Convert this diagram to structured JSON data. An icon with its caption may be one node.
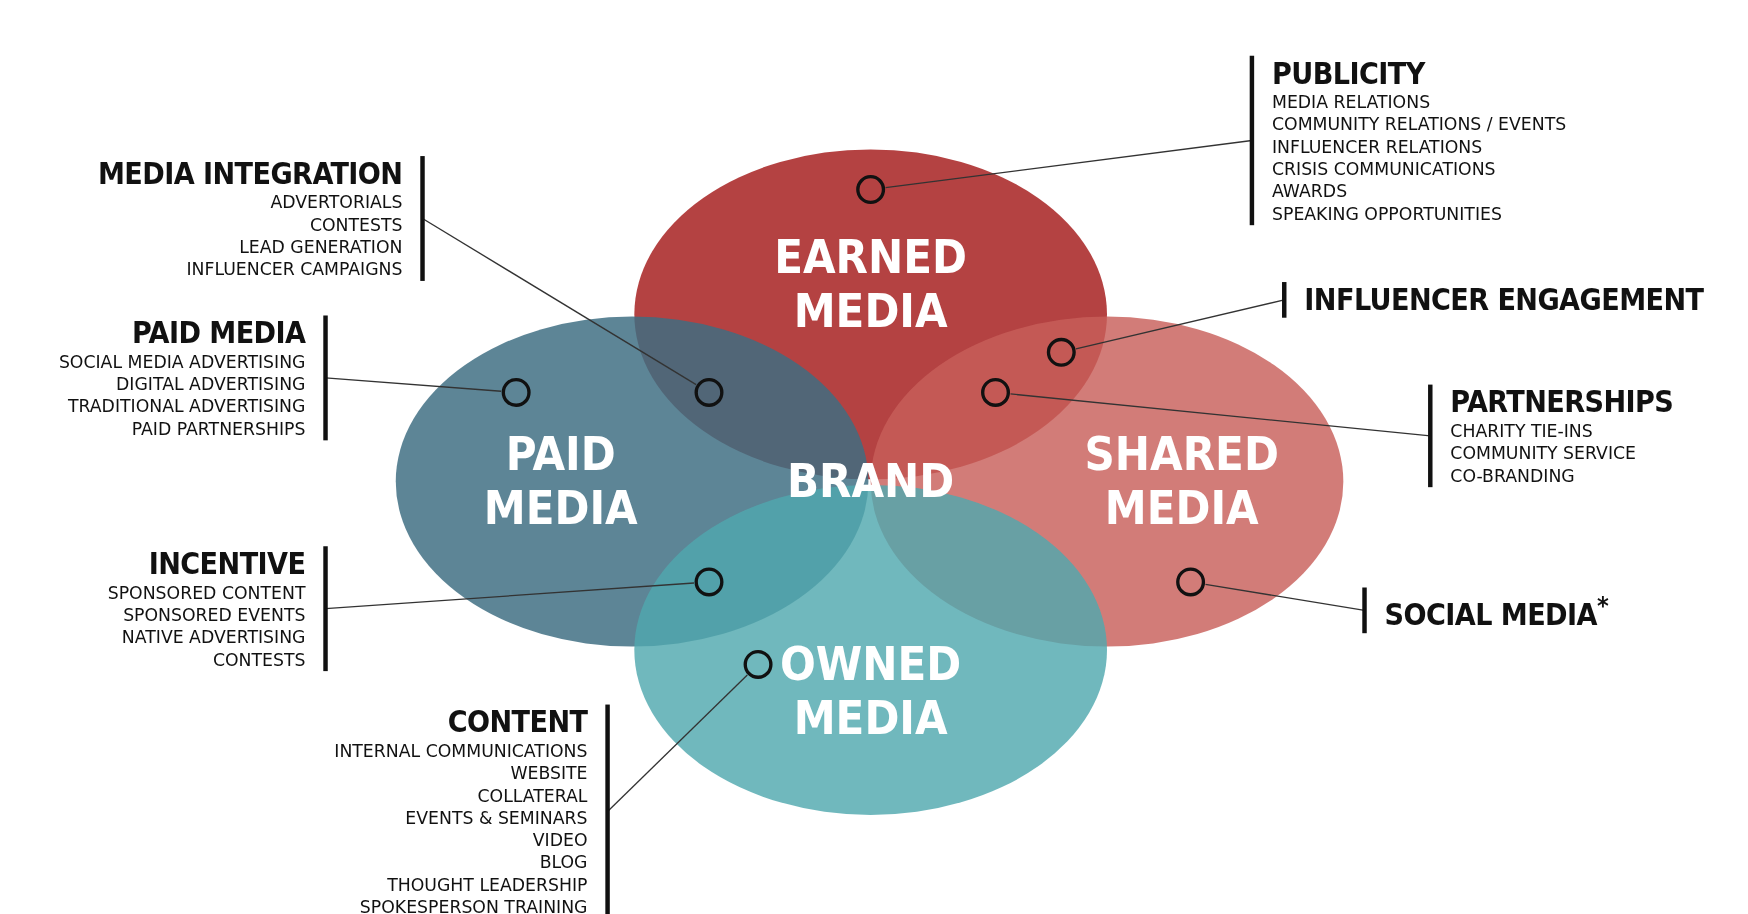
{
  "diagram": {
    "nodes": [
      {
        "text": [
          "PUBLICITY",
          "MEDIA RELATIONS",
          "COMMUNITY RELATIONS / EVENTS",
          "INFLUENCER RELATIONS",
          "CRISIS COMMUNICATIONS",
          "AWARDS",
          "SPEAKING OPPORTUNITIES"
        ]
      },
      {
        "text": [
          "MEDIA INTEGRATION",
          "ADVERTORIALS",
          "CONTESTS",
          "LEAD GENERATION",
          "INFLUENCER CAMPAIGNS"
        ]
      },
      {
        "text": [
          "EARNED MEDIA"
        ]
      },
      {
        "text": [],
        "shape": "circle",
        "in": 2
      },
      {
        "text": [
          "INFLUENCER ENGAGEMENT"
        ]
      },
      {
        "text": [
          "PAID MEDIA",
          "SOCIAL MEDIA ADVERTISING",
          "DIGITAL ADVERTISING",
          "TRADITIONAL ADVERTISING",
          "PAID PARTNERSHIPS"
        ]
      },
      {
        "text": [],
        "shape": "circle"
      },
      {
        "text": [
          "PAID MEDIA"
        ]
      },
      {
        "text": [],
        "shape": "circle",
        "in": 7
      },
      {
        "text": [],
        "shape": "circle"
      },
      {
        "text": [],
        "shape": "circle"
      },
      {
        "text": [
          "PARTNERSHIPS",
          "CHARITY TIE-INS",
          "COMMUNITY SERVICE",
          "CO-BRANDING"
        ]
      },
      {
        "text": [
          "SHARED MEDIA"
        ]
      },
      {
        "text": [
          "INCENTIVE",
          "SPONSORED CONTENT",
          "SPONSORED EVENTS",
          "NATIVE ADVERTISING",
          "CONTESTS"
        ]
      },
      {
        "text": [],
        "shape": "circle"
      },
      {
        "text": [],
        "shape": "circle",
        "in": 12
      },
      {
        "text": [
          "SOCIAL MEDIA$^{*}$"
        ]
      },
      {
        "text": [
          "OWNED MEDIA"
        ]
      },
      {
        "text": [],
        "shape": "circle",
        "in": 17
      },
      {
        "text": [
          "CONTENT",
          "INTERNAL COMMUNICATIONS",
          "WEBSITE",
          "COLLATERAL",
          "EVENTS & SEMINARS",
          "VIDEO",
          "BLOG",
          "THOUGHT LEADERSHIP",
          "SPOKESPERSON TRAINING"
        ]
      }
    ],
    "edges": [
      {
        "from": 0,
        "to": 3,
        "arrow": "none"
      },
      {
        "from": 1,
        "to": 9,
        "arrow": "none"
      },
      {
        "from": 4,
        "to": 6,
        "arrow": "none"
      },
      {
        "from": 5,
        "to": 8,
        "arrow": "none"
      },
      {
        "from": 11,
        "to": 10,
        "arrow": "none"
      },
      {
        "from": 13,
        "to": 14,
        "arrow": "none"
      },
      {
        "from": 16,
        "to": 15,
        "arrow": "none"
      },
      {
        "from": 19,
        "to": 18,
        "arrow": "none"
      }
    ],
    "labels": [
      "BRAND"
    ]
  }
}
